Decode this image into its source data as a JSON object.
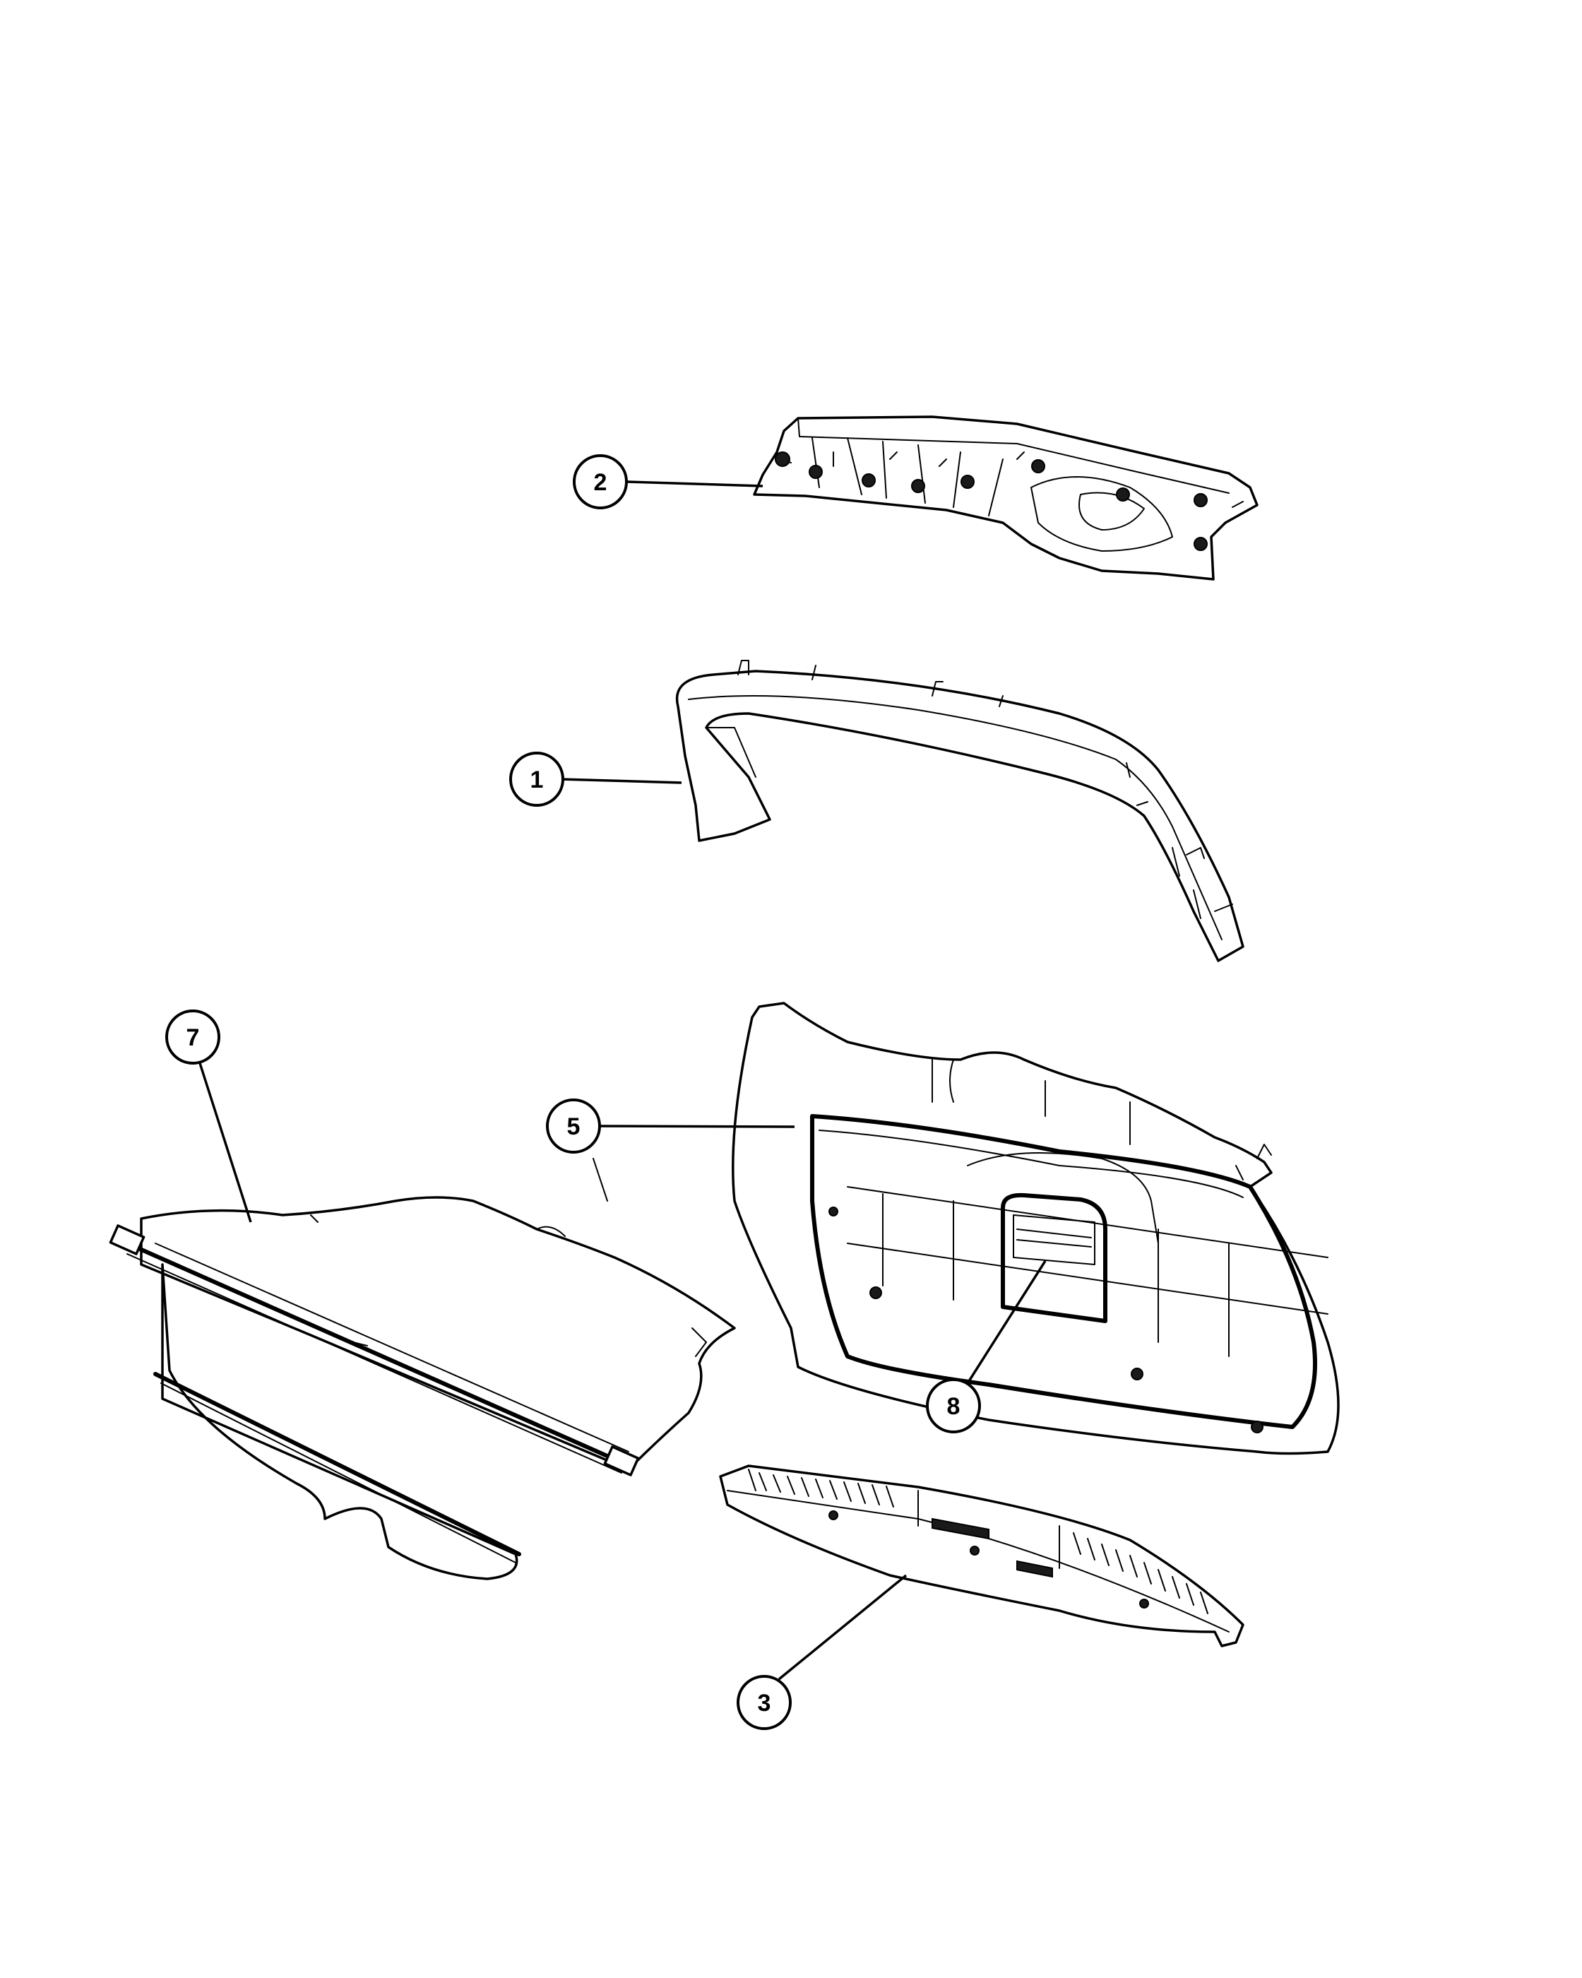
{
  "callouts": [
    {
      "id": "c1",
      "label": "1"
    },
    {
      "id": "c2",
      "label": "2"
    },
    {
      "id": "c3",
      "label": "3"
    },
    {
      "id": "c5",
      "label": "5"
    },
    {
      "id": "c7",
      "label": "7"
    },
    {
      "id": "c8",
      "label": "8"
    }
  ]
}
